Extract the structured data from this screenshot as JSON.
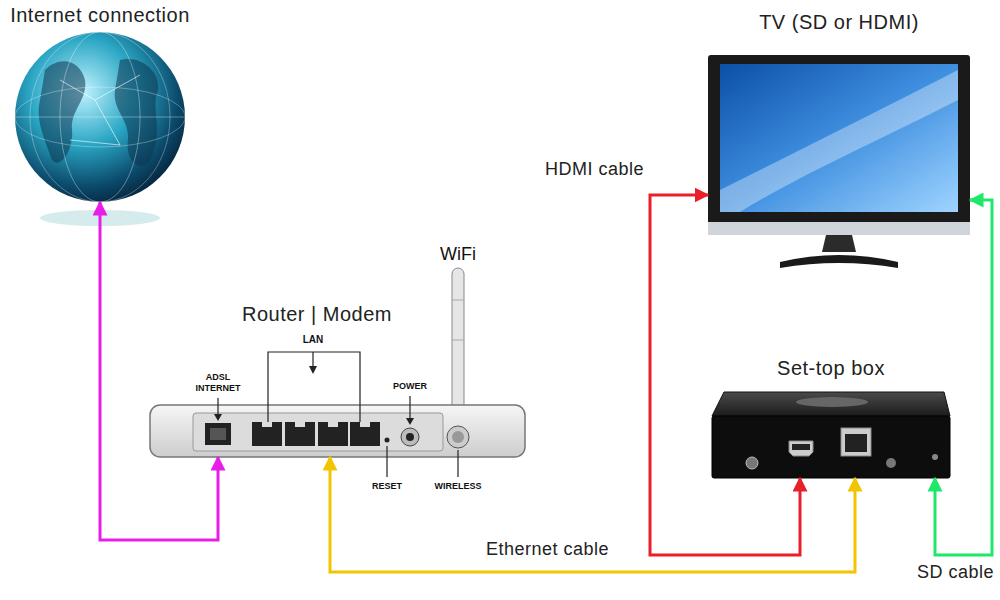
{
  "diagram": {
    "nodes": [
      {
        "text": [
          "Internet connection"
        ]
      },
      {
        "text": [
          "TV (SD or HDMI)"
        ]
      },
      {
        "text": [
          "Router | Modem"
        ]
      },
      {
        "text": [
          "Set-top box"
        ]
      }
    ],
    "edges": [
      {
        "from": 2,
        "to": 0,
        "arrow": "both"
      },
      {
        "from": 3,
        "to": 1,
        "label": "HDMI cable",
        "arrow": "both"
      },
      {
        "from": 2,
        "to": 3,
        "label": "Ethernet cable",
        "arrow": "both"
      },
      {
        "from": 3,
        "to": 1,
        "label": "SD cable",
        "arrow": "both"
      }
    ],
    "labels": [
      "WiFi",
      "LAN",
      "ADSL INTERNET",
      "POWER",
      "RESET",
      "WIRELESS"
    ]
  }
}
